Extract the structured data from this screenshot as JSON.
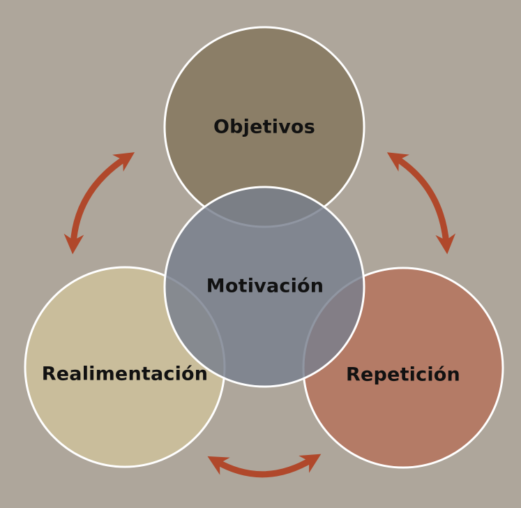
{
  "colors": {
    "background": "#aea69b",
    "objetivos_fill": "#8b7e67",
    "motivacion_fill": "#787f8e",
    "realimentacion_fill": "#c9bd9b",
    "repeticion_fill": "#b47b66",
    "circle_stroke": "#ffffff",
    "arrow": "#b0482b"
  },
  "nodes": {
    "objetivos": "Objetivos",
    "motivacion": "Motivación",
    "realimentacion": "Realimentación",
    "repeticion": "Repetición"
  },
  "arrows": [
    {
      "from": "objetivos",
      "to": "realimentacion",
      "type": "double-headed"
    },
    {
      "from": "objetivos",
      "to": "repeticion",
      "type": "double-headed"
    },
    {
      "from": "realimentacion",
      "to": "repeticion",
      "type": "double-headed"
    }
  ]
}
